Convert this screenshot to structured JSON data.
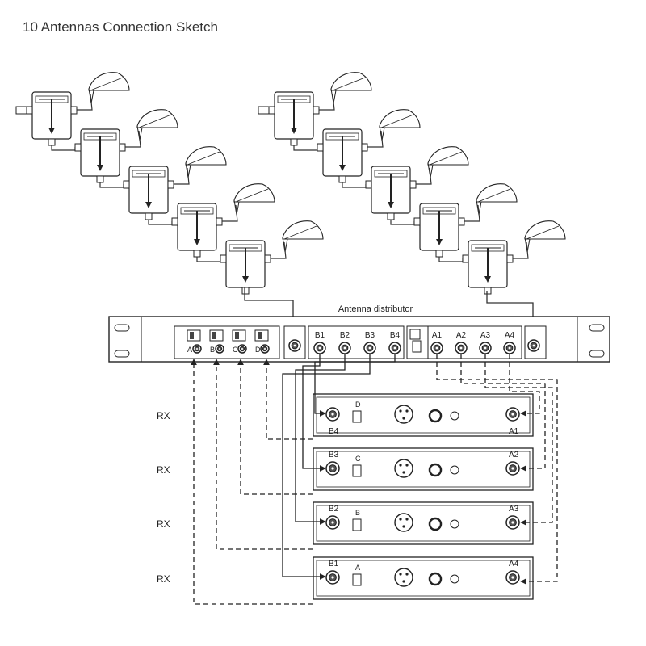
{
  "title": "10 Antennas Connection Sketch",
  "distributor": {
    "label": "Antenna distributor",
    "inputs_left": [
      "A",
      "B",
      "C",
      "D"
    ],
    "outputs_b": [
      "B1",
      "B2",
      "B3",
      "B4"
    ],
    "outputs_a": [
      "A1",
      "A2",
      "A3",
      "A4"
    ]
  },
  "receivers": [
    {
      "rx_label": "RX",
      "left_port": "B4",
      "channel": "D",
      "right_port": "A1"
    },
    {
      "rx_label": "RX",
      "left_port": "B3",
      "channel": "C",
      "right_port": "A2"
    },
    {
      "rx_label": "RX",
      "left_port": "B2",
      "channel": "B",
      "right_port": "A3"
    },
    {
      "rx_label": "RX",
      "left_port": "B1",
      "channel": "A",
      "right_port": "A4"
    }
  ]
}
